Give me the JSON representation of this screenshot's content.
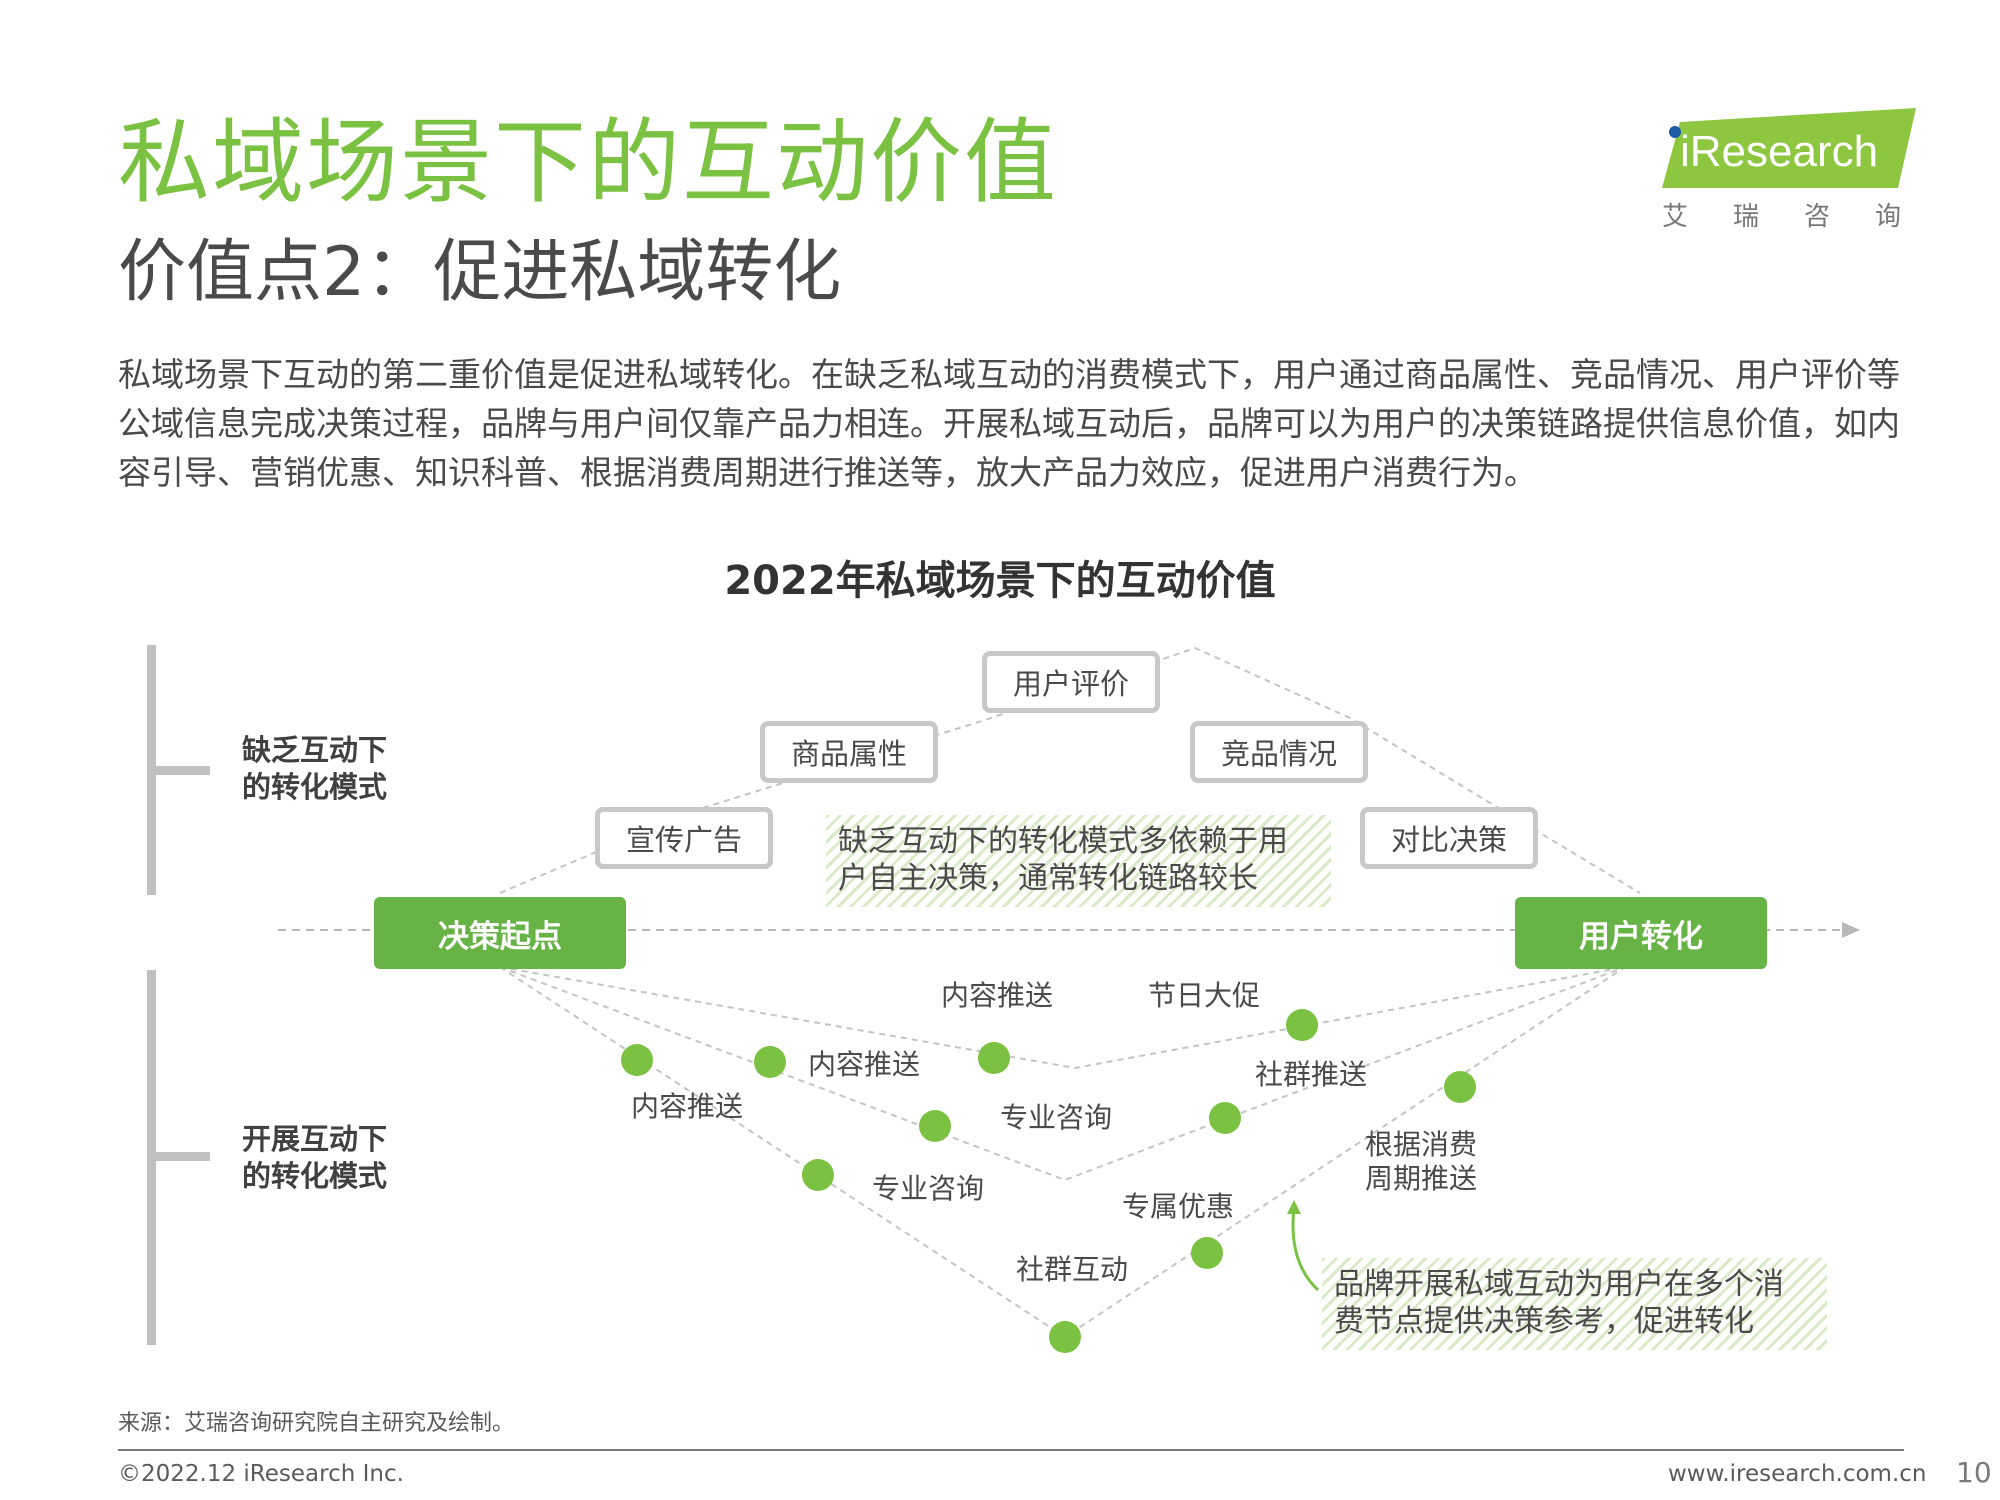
{
  "header": {
    "title": "私域场景下的互动价值",
    "subtitle": "价值点2：促进私域转化"
  },
  "logo": {
    "text": "iResearch",
    "cn_chars": [
      "艾",
      "瑞",
      "咨",
      "询"
    ],
    "brand_color": "#7cc242"
  },
  "intro": {
    "text": "私域场景下互动的第二重价值是促进私域转化。在缺乏私域互动的消费模式下，用户通过商品属性、竞品情况、用户评价等公域信息完成决策过程，品牌与用户间仅靠产品力相连。开展私域互动后，品牌可以为用户的决策链路提供信息价值，如内容引导、营销优惠、知识科普、根据消费周期进行推送等，放大产品力效应，促进用户消费行为。"
  },
  "diagram": {
    "title": "2022年私域场景下的互动价值",
    "mode_without": [
      "缺乏互动下",
      "的转化模式"
    ],
    "mode_with": [
      "开展互动下",
      "的转化模式"
    ],
    "start_label": "决策起点",
    "end_label": "用户转化",
    "upper_nodes": [
      "宣传广告",
      "商品属性",
      "用户评价",
      "竞品情况",
      "对比决策"
    ],
    "upper_note": [
      "缺乏互动下的转化模式多依赖于用",
      "户自主决策，通常转化链路较长"
    ],
    "lower_touchpoints": {
      "path1": [
        "内容推送",
        "节日大促"
      ],
      "path2": [
        "内容推送",
        "专业咨询",
        "社群推送"
      ],
      "path3": [
        "内容推送",
        "专业咨询",
        "社群互动",
        "专属优惠",
        "根据消费周期推送"
      ]
    },
    "labels": {
      "p1_content": "内容推送",
      "p1_festival": "节日大促",
      "p2_content": "内容推送",
      "p2_consult": "专业咨询",
      "p2_community": "社群推送",
      "p3_content": "内容推送",
      "p3_consult": "专业咨询",
      "p3_community": "社群互动",
      "p3_exclusive": "专属优惠",
      "p3_cycle": [
        "根据消费",
        "周期推送"
      ]
    },
    "lower_note": [
      "品牌开展私域互动为用户在多个消",
      "费节点提供决策参考，促进转化"
    ],
    "colors": {
      "green": "#67b346",
      "dot": "#7cc242",
      "gray_bar": "#c0c0c0"
    }
  },
  "footer": {
    "source": "来源：艾瑞咨询研究院自主研究及绘制。",
    "copyright": "©2022.12 iResearch Inc.",
    "website": "www.iresearch.com.cn",
    "page_number": "10"
  }
}
